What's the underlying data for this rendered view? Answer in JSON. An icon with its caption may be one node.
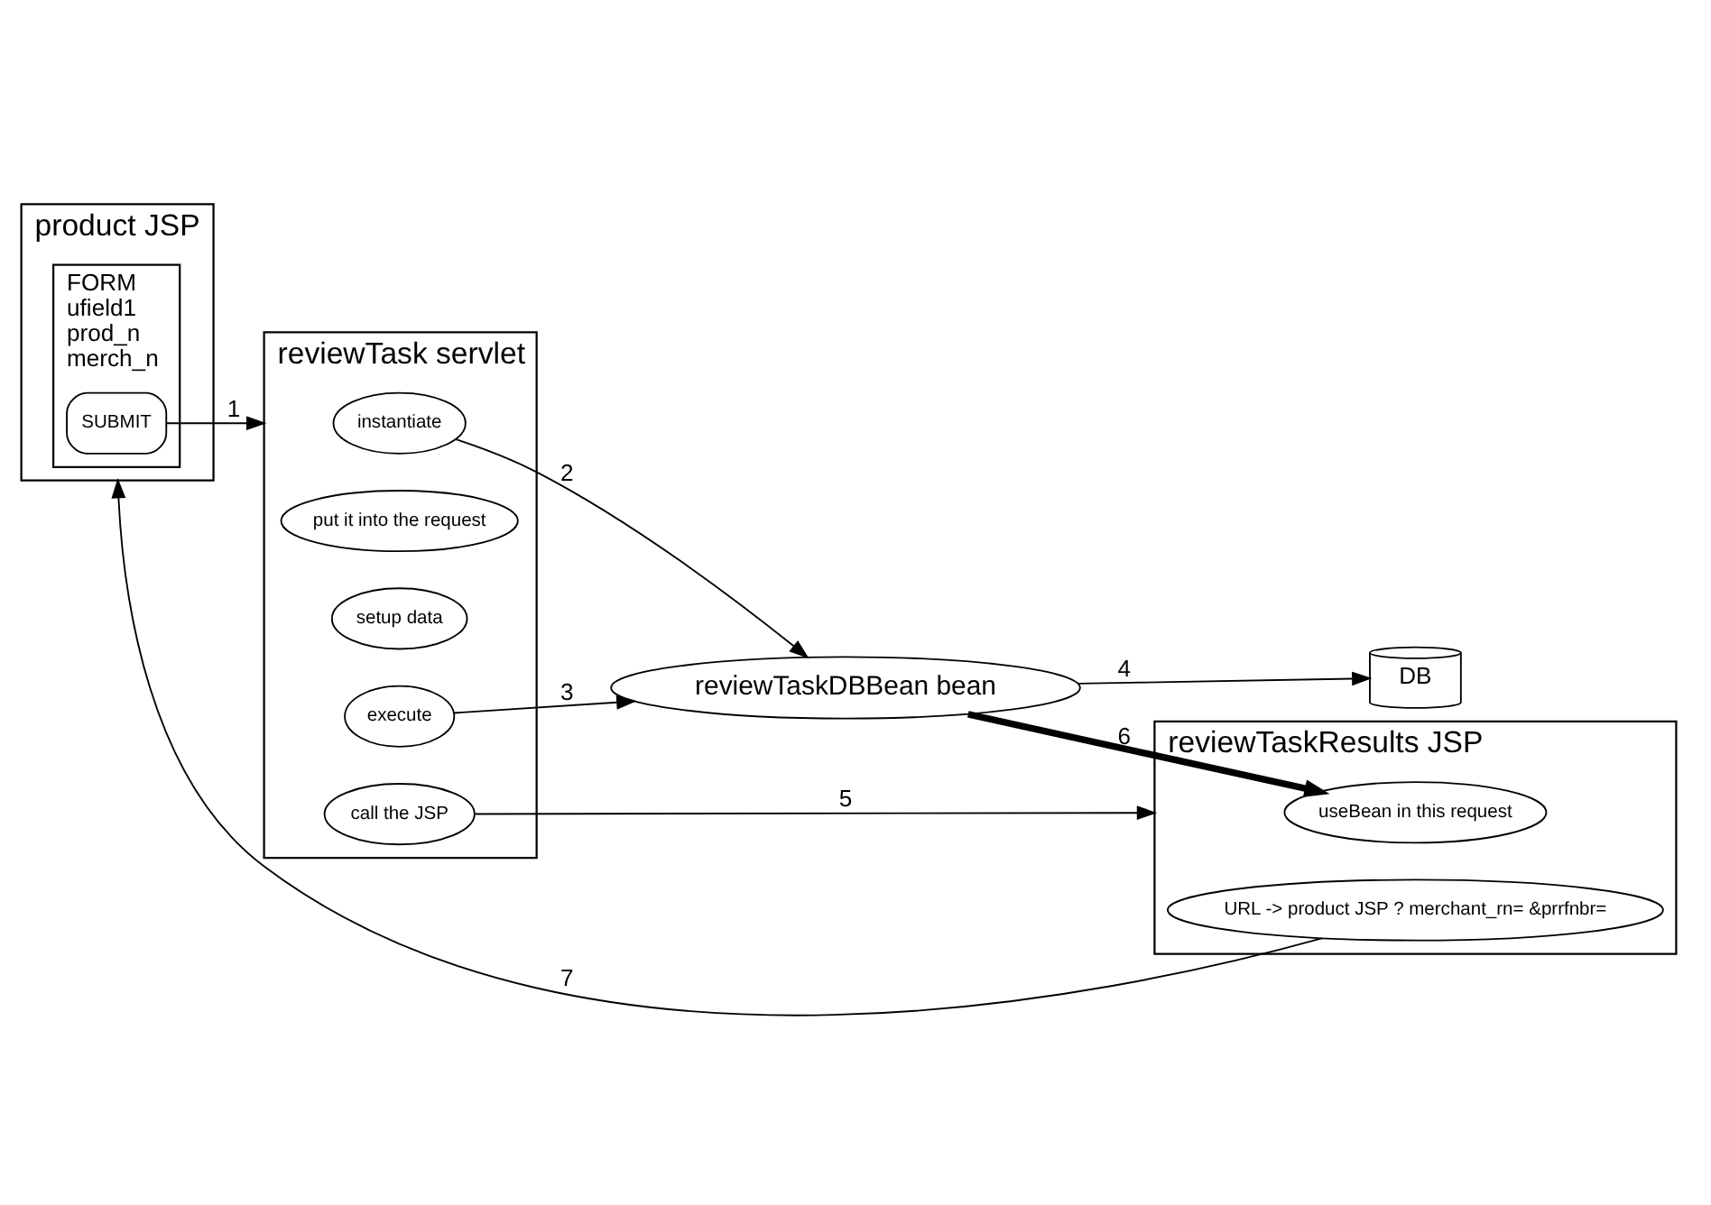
{
  "diagram": {
    "nodes": [
      {
        "text": [
          "product JSP"
        ]
      },
      {
        "text": [
          "FORM",
          "ufield1",
          "prod_n",
          "merch_n"
        ],
        "in": 0
      },
      {
        "text": [
          "SUBMIT"
        ],
        "in": 1
      },
      {
        "text": [
          "reviewTask servlet"
        ]
      },
      {
        "text": [
          "instantiate"
        ],
        "in": 3
      },
      {
        "text": [
          "put it into the request"
        ],
        "in": 3
      },
      {
        "text": [
          "setup data"
        ],
        "in": 3
      },
      {
        "text": [
          "execute"
        ],
        "in": 3
      },
      {
        "text": [
          "call the JSP"
        ],
        "in": 3
      },
      {
        "text": [
          "reviewTaskDBBean bean"
        ]
      },
      {
        "text": [
          "DB"
        ]
      },
      {
        "text": [
          "reviewTaskResults JSP"
        ]
      },
      {
        "text": [
          "useBean in this request"
        ],
        "in": 11
      },
      {
        "text": [
          "URL -> product JSP ? merchant_rn= &prrfnbr="
        ],
        "in": 11
      }
    ],
    "edges": [
      {
        "from": 2,
        "to": 3,
        "arrow": "to",
        "label": "1"
      },
      {
        "from": 4,
        "to": 9,
        "arrow": "to",
        "label": "2"
      },
      {
        "from": 7,
        "to": 9,
        "arrow": "to",
        "label": "3"
      },
      {
        "from": 9,
        "to": 10,
        "arrow": "to",
        "label": "4"
      },
      {
        "from": 8,
        "to": 11,
        "arrow": "to",
        "label": "5"
      },
      {
        "from": 9,
        "to": 12,
        "arrow": "to",
        "label": "6",
        "style": "thick"
      },
      {
        "from": 13,
        "to": 0,
        "arrow": "to",
        "label": "7"
      }
    ]
  }
}
